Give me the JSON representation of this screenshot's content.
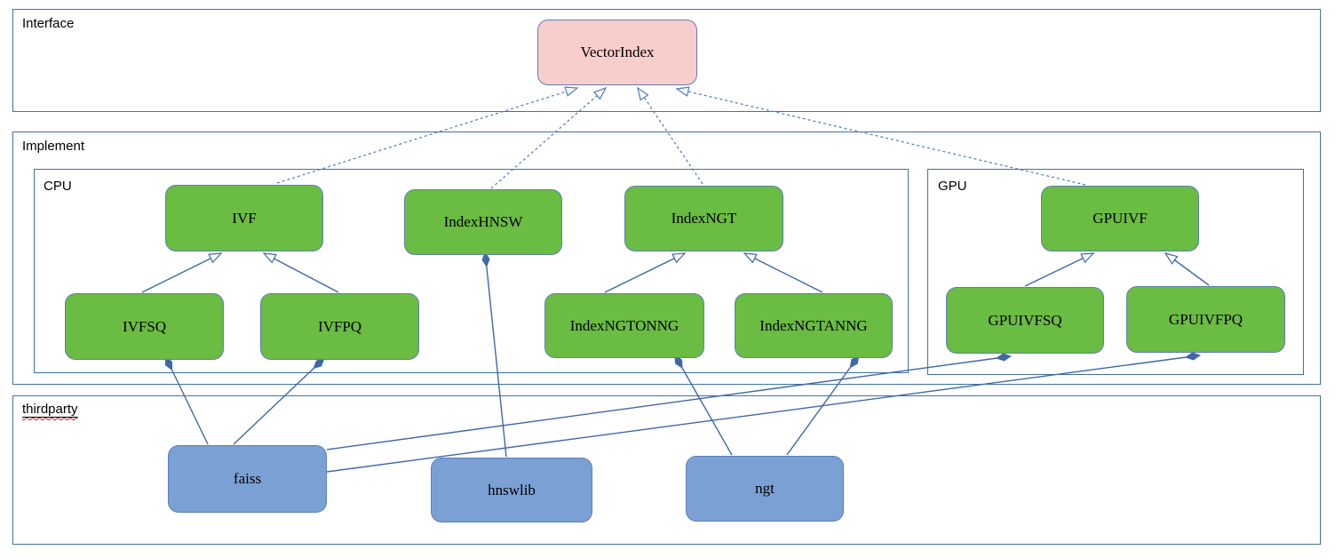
{
  "diagram": {
    "containers": {
      "interface": {
        "label": "Interface"
      },
      "implement": {
        "label": "Implement"
      },
      "cpu": {
        "label": "CPU"
      },
      "gpu": {
        "label": "GPU"
      },
      "thirdparty": {
        "label": "thirdparty"
      }
    },
    "nodes": {
      "vectorindex": {
        "label": "VectorIndex",
        "kind": "interface"
      },
      "ivf": {
        "label": "IVF",
        "kind": "cpu-class"
      },
      "indexhnsw": {
        "label": "IndexHNSW",
        "kind": "cpu-class"
      },
      "indexngt": {
        "label": "IndexNGT",
        "kind": "cpu-class"
      },
      "ivfsq": {
        "label": "IVFSQ",
        "kind": "cpu-class"
      },
      "ivfpq": {
        "label": "IVFPQ",
        "kind": "cpu-class"
      },
      "indexngtonng": {
        "label": "IndexNGTONNG",
        "kind": "cpu-class"
      },
      "indexngtanng": {
        "label": "IndexNGTANNG",
        "kind": "cpu-class"
      },
      "gpuivf": {
        "label": "GPUIVF",
        "kind": "gpu-class"
      },
      "gpuivfsq": {
        "label": "GPUIVFSQ",
        "kind": "gpu-class"
      },
      "gpuivfpq": {
        "label": "GPUIVFPQ",
        "kind": "gpu-class"
      },
      "faiss": {
        "label": "faiss",
        "kind": "thirdparty-lib"
      },
      "hnswlib": {
        "label": "hnswlib",
        "kind": "thirdparty-lib"
      },
      "ngt": {
        "label": "ngt",
        "kind": "thirdparty-lib"
      }
    },
    "edges": [
      {
        "from": "ivf",
        "to": "vectorindex",
        "type": "realization (dashed, hollow arrow)"
      },
      {
        "from": "indexhnsw",
        "to": "vectorindex",
        "type": "realization (dashed, hollow arrow)"
      },
      {
        "from": "indexngt",
        "to": "vectorindex",
        "type": "realization (dashed, hollow arrow)"
      },
      {
        "from": "gpuivf",
        "to": "vectorindex",
        "type": "realization (dashed, hollow arrow)"
      },
      {
        "from": "ivfsq",
        "to": "ivf",
        "type": "generalization (hollow arrow)"
      },
      {
        "from": "ivfpq",
        "to": "ivf",
        "type": "generalization (hollow arrow)"
      },
      {
        "from": "indexngtonng",
        "to": "indexngt",
        "type": "generalization (hollow arrow)"
      },
      {
        "from": "indexngtanng",
        "to": "indexngt",
        "type": "generalization (hollow arrow)"
      },
      {
        "from": "gpuivfsq",
        "to": "gpuivf",
        "type": "generalization (hollow arrow)"
      },
      {
        "from": "gpuivfpq",
        "to": "gpuivf",
        "type": "generalization (hollow arrow)"
      },
      {
        "from": "faiss",
        "to": "ivfsq",
        "type": "composition (filled diamond at class)"
      },
      {
        "from": "faiss",
        "to": "ivfpq",
        "type": "composition (filled diamond at class)"
      },
      {
        "from": "hnswlib",
        "to": "indexhnsw",
        "type": "composition (filled diamond at class)"
      },
      {
        "from": "ngt",
        "to": "indexngtonng",
        "type": "composition (filled diamond at class)"
      },
      {
        "from": "ngt",
        "to": "indexngtanng",
        "type": "composition (filled diamond at class)"
      },
      {
        "from": "faiss",
        "to": "gpuivfsq",
        "type": "composition (filled diamond at class)"
      },
      {
        "from": "faiss",
        "to": "gpuivfpq",
        "type": "composition (filled diamond at class)"
      }
    ],
    "colors": {
      "frame": "#41719c",
      "edge": "#3e68a8",
      "edge_dashed": "#4d79c0",
      "green": "#6abc42",
      "blue": "#7ba1d4",
      "pink": "#f8cecc",
      "node_stroke": "#5b7fb5",
      "squiggle": "#cc2222"
    }
  }
}
